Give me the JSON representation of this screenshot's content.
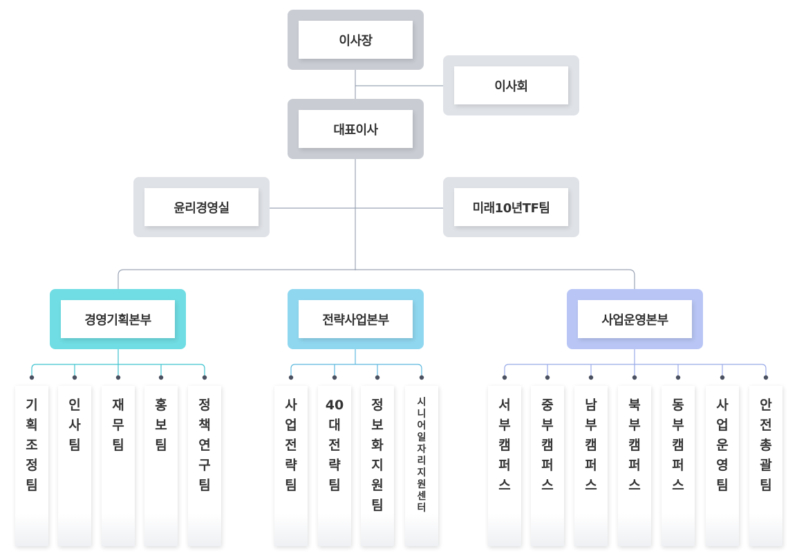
{
  "nodes": {
    "chairman": "이사장",
    "board": "이사회",
    "ceo": "대표이사",
    "ethics": "윤리경영실",
    "future_tf": "미래10년TF팀"
  },
  "divisions": [
    {
      "label": "경영기획본부",
      "color": "#6fdde3",
      "teams": [
        "기획조정팀",
        "인사팀",
        "재무팀",
        "홍보팀",
        "정책연구팀"
      ]
    },
    {
      "label": "전략사업본부",
      "color": "#8fd7ef",
      "teams": [
        "사업전략팀",
        "40대전략팀",
        "정보화지원팀",
        "시니어일자리지원센터"
      ]
    },
    {
      "label": "사업운영본부",
      "color": "#b9c6f5",
      "teams": [
        "서부캠퍼스",
        "중부캠퍼스",
        "남부캠퍼스",
        "북부캠퍼스",
        "동부캠퍼스",
        "사업운영팀",
        "안전총괄팀"
      ]
    }
  ],
  "colors": {
    "line_main": "#9aa3b4",
    "line_teal": "#3cc3cf",
    "line_sky": "#5bb8de",
    "line_lav": "#98a9e8",
    "dot": "#4a5060"
  }
}
